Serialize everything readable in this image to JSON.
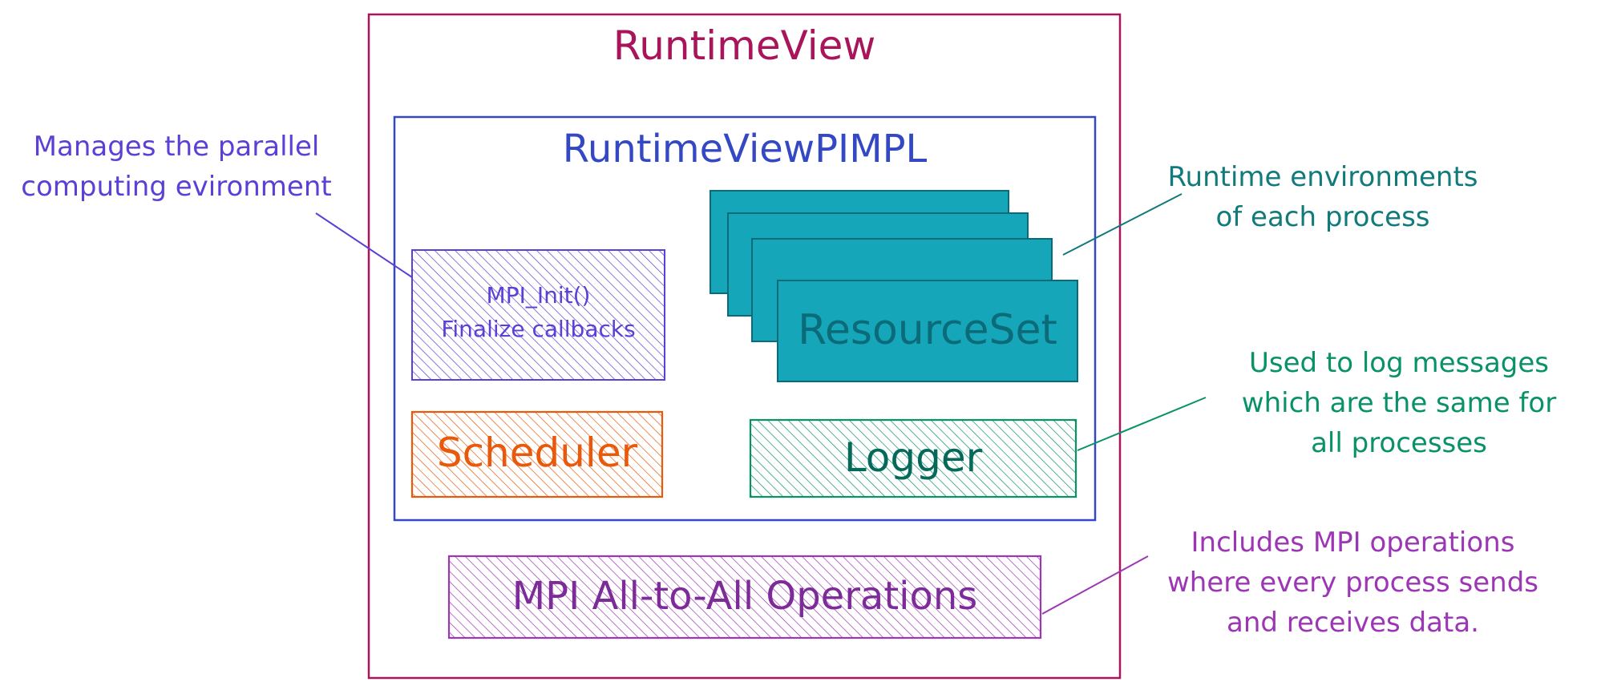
{
  "colors": {
    "runtime_view": "#a8155a",
    "pimpl": "#3448c4",
    "init_box": "#5b3fd6",
    "resource_set": "#16a6b9",
    "resource_set_text": "#0c6b78",
    "resource_annot": "#117a7a",
    "scheduler": "#e8590c",
    "logger": "#099268",
    "logger_text": "#05695a",
    "mpi_ops": "#9c36b5",
    "mpi_text": "#7d2b99"
  },
  "diagram": {
    "runtime_view_title": "RuntimeView",
    "pimpl_title": "RuntimeViewPIMPL",
    "init_box": {
      "line1": "MPI_Init()",
      "line2": "Finalize callbacks"
    },
    "resource_set_label": "ResourceSet",
    "scheduler_label": "Scheduler",
    "logger_label": "Logger",
    "mpi_ops_label": "MPI All-to-All Operations"
  },
  "annotations": {
    "manages": {
      "line1": "Manages the parallel",
      "line2": "computing evironment"
    },
    "runtime_envs": {
      "line1": "Runtime environments",
      "line2": "of each process"
    },
    "logger_note": {
      "line1": "Used to log messages",
      "line2": "which are the same for",
      "line3": "all processes"
    },
    "mpi_note": {
      "line1": "Includes MPI operations",
      "line2": "where every process sends",
      "line3": "and receives data."
    }
  }
}
